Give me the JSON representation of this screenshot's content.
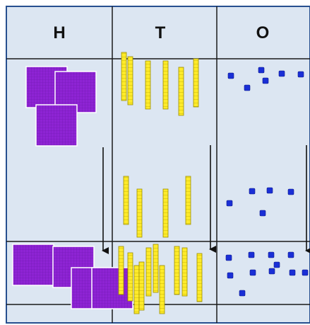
{
  "headers": [
    {
      "label": "H"
    },
    {
      "label": "T"
    },
    {
      "label": "O"
    }
  ],
  "colors": {
    "background": "#dce6f2",
    "hundred_block": "#8e24d4",
    "ten_rod": "#ffeb2a",
    "one_cube": "#1a2fd6",
    "grid_line": "#1a1a1a",
    "border": "#274f8f"
  },
  "rows": [
    {
      "name": "first-addend",
      "hundreds": 3,
      "tens": 6,
      "ones": 6
    },
    {
      "name": "second-addend",
      "hundreds": 0,
      "tens": 4,
      "ones": 5
    },
    {
      "name": "sum",
      "hundreds": 4,
      "tens": 10,
      "ones": 11
    }
  ]
}
